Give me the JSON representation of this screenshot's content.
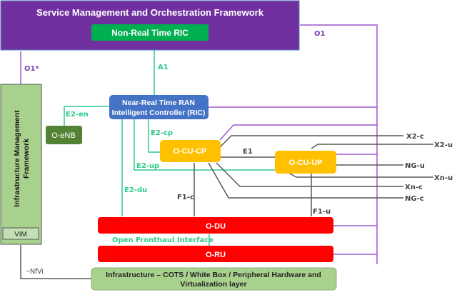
{
  "diagram": {
    "smo": {
      "title": "Service Management and Orchestration Framework",
      "color": "#7030A0"
    },
    "non_rt_ric": {
      "label": "Non-Real Time RIC",
      "color": "#00B050"
    },
    "near_rt_ric": {
      "line1": "Near-Real Time RAN",
      "line2": "Intelligent Controller (RIC)",
      "color": "#4472C4"
    },
    "imf": {
      "title_line1": "Infrastructure Management",
      "title_line2": "Framework",
      "vim": "VIM",
      "color": "#A9D18E"
    },
    "o_enb": {
      "label": "O-eNB",
      "color": "#548235"
    },
    "o_cu_cp": {
      "label": "O-CU-CP",
      "color": "#FFC000"
    },
    "o_cu_up": {
      "label": "O-CU-UP",
      "color": "#FFC000"
    },
    "o_du": {
      "label": "O-DU",
      "color": "#FF0000"
    },
    "o_ru": {
      "label": "O-RU",
      "color": "#FF0000"
    },
    "infra": {
      "line1": "Infrastructure – COTS / White Box / Peripheral Hardware and",
      "line2": "Virtualization layer",
      "color": "#A9D18E"
    },
    "interfaces": {
      "o1": "O1",
      "o1_star": "O1*",
      "a1": "A1",
      "e2_en": "E2-en",
      "e2_cp": "E2-cp",
      "e2_up": "E2-up",
      "e2_du": "E2-du",
      "e1": "E1",
      "f1_c": "F1-c",
      "f1_u": "F1-u",
      "x2_c": "X2-c",
      "x2_u": "X2-u",
      "ng_u": "NG-u",
      "xn_u": "Xn-u",
      "xn_c": "Xn-c",
      "ng_c": "NG-c",
      "fronthaul": "Open Fronthaul Interface",
      "nfvi": "~NfVi"
    },
    "line_colors": {
      "o1": "#9B59D0",
      "e2": "#2ECC8B",
      "internal": "#595959",
      "fronthaul": "#2ECC8B"
    }
  }
}
